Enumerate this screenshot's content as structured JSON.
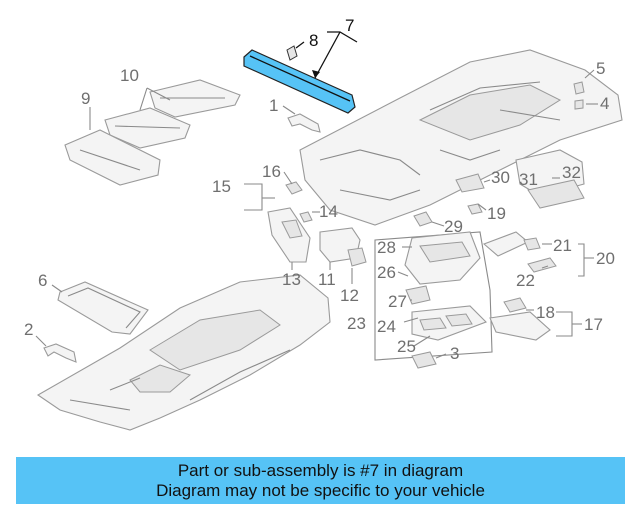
{
  "colors": {
    "highlight_part": "#56c3f6",
    "banner_bg": "#56c3f6",
    "line": "#8a8a8a",
    "label": "#6f6f6f"
  },
  "labels": {
    "l1": "1",
    "l2": "2",
    "l3": "3",
    "l4": "4",
    "l5": "5",
    "l6": "6",
    "l7": "7",
    "l8": "8",
    "l9": "9",
    "l10": "10",
    "l11": "11",
    "l12": "12",
    "l13": "13",
    "l14": "14",
    "l15": "15",
    "l16": "16",
    "l17": "17",
    "l18": "18",
    "l19": "19",
    "l20": "20",
    "l21": "21",
    "l22": "22",
    "l23": "23",
    "l24": "24",
    "l25": "25",
    "l26": "26",
    "l27": "27",
    "l28": "28",
    "l29": "29",
    "l30": "30",
    "l31": "31",
    "l32": "32"
  },
  "banner": {
    "line1": "Part or sub-assembly is #7 in diagram",
    "line2": "Diagram may not be specific to your vehicle"
  }
}
